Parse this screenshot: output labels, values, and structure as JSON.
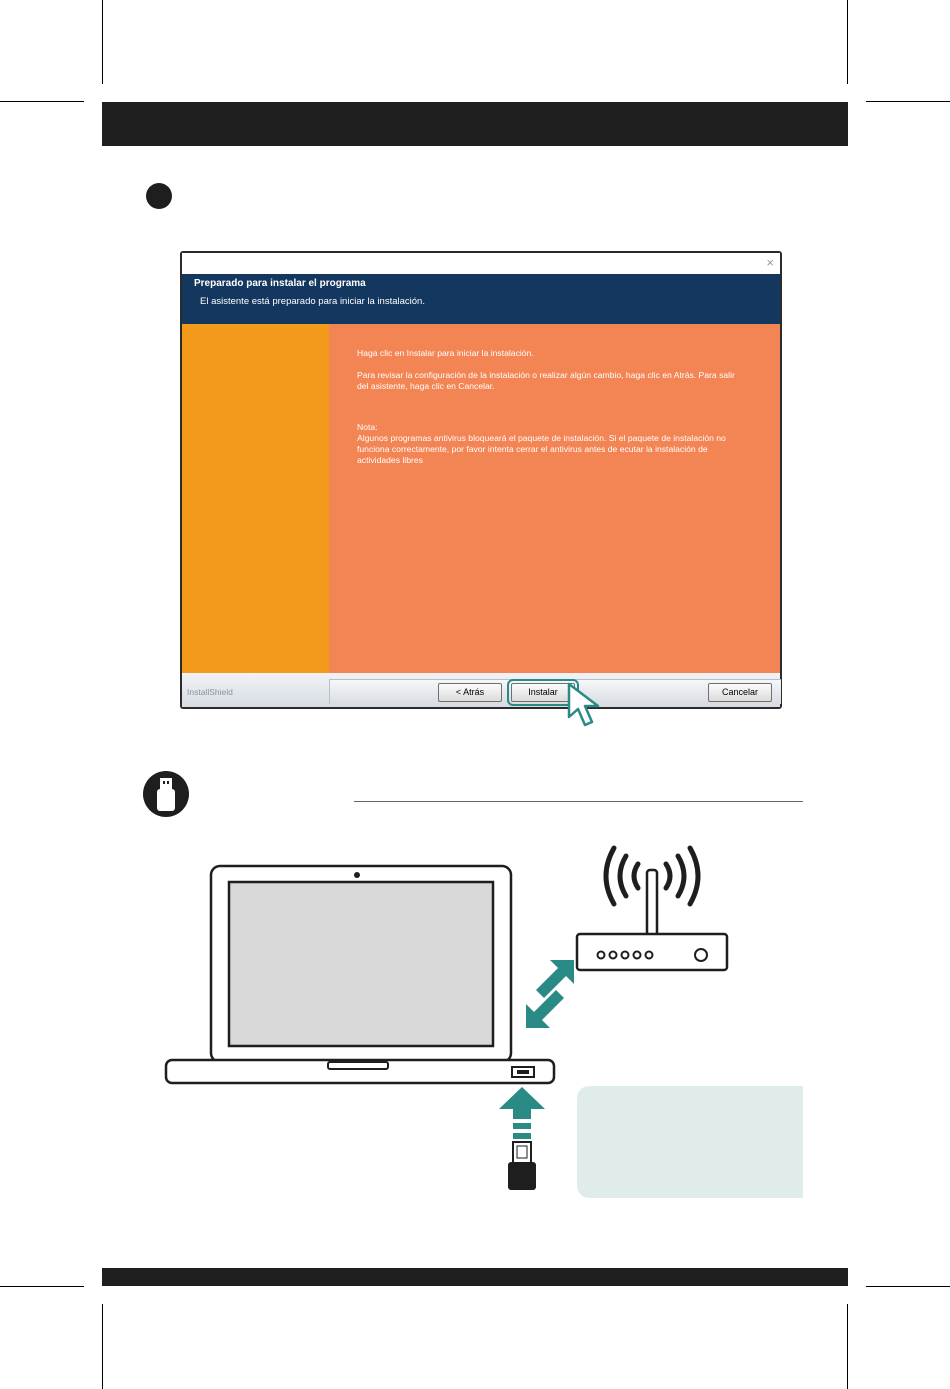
{
  "installer": {
    "close_glyph": "×",
    "heading": "Preparado para instalar el programa",
    "subheading": "El asistente está preparado para iniciar la instalación.",
    "lines": [
      "Haga clic en Instalar para iniciar la instalación.",
      "Para revisar la configuración de la instalación o realizar algún cambio, haga clic en Atrás. Para salir",
      "del asistente, haga clic en Cancelar.",
      "Nota:",
      "Algunos programas antivirus bloqueará el paquete de instalación. Si el paquete de instalación no",
      "funciona correctamente, por favor intenta cerrar el antivirus antes de ecutar la instalación de",
      "actividades libres"
    ],
    "brand": "InstallShield",
    "back_button": "< Atrás",
    "install_button": "Instalar",
    "cancel_button": "Cancelar"
  },
  "colors": {
    "dark_band": "#1e1e1e",
    "header_navy": "#143760",
    "side_orange": "#f39a1b",
    "panel_salmon": "#f38453",
    "teal_accent": "#2a8a86",
    "info_box": "#dfeceb"
  },
  "icons": [
    "step-bullet",
    "pointer-cursor-icon",
    "usb-drive-icon",
    "laptop",
    "wifi-router",
    "double-arrow-icon",
    "insert-arrow-icon",
    "usb-dongle"
  ]
}
